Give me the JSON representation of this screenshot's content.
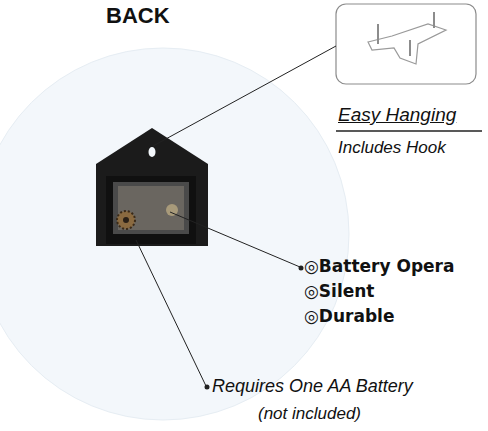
{
  "diagram": {
    "title": "BACK",
    "labels": [
      "Easy Hanging",
      "Includes Hook",
      "◎Battery Opera",
      "◎Silent",
      "◎Durable",
      "Requires One AA Battery",
      "(not included)"
    ]
  }
}
